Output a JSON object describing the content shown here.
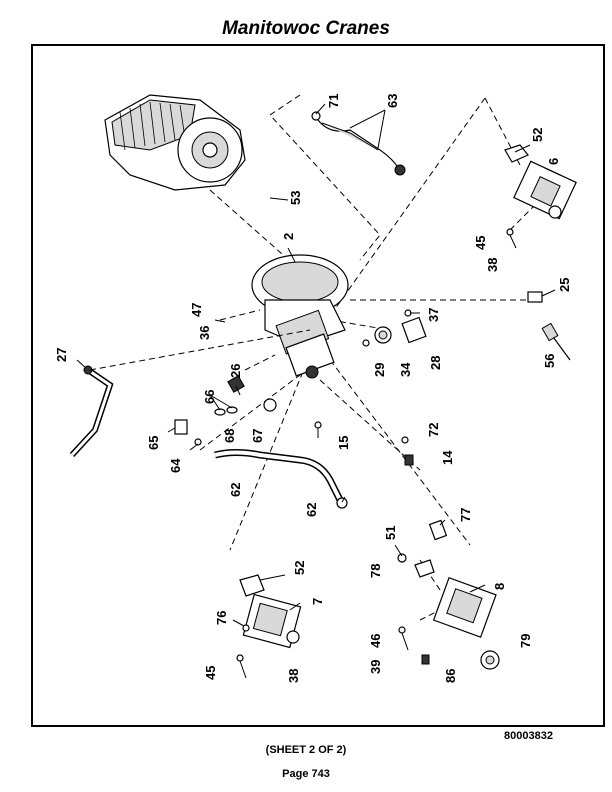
{
  "header": {
    "title": "Manitowoc Cranes"
  },
  "footer": {
    "drawing_number": "80003832",
    "sheet": "(SHEET 2 OF 2)",
    "page": "Page 743"
  },
  "callouts": {
    "c71": "71",
    "c63": "63",
    "c52a": "52",
    "c6": "6",
    "c53": "53",
    "c2": "2",
    "c45a": "45",
    "c38a": "38",
    "c25": "25",
    "c47": "47",
    "c36": "36",
    "c37": "37",
    "c27": "27",
    "c56": "56",
    "c26": "26",
    "c29": "29",
    "c34": "34",
    "c28": "28",
    "c66": "66",
    "c68": "68",
    "c67": "67",
    "c15": "15",
    "c65": "65",
    "c72": "72",
    "c64": "64",
    "c14": "14",
    "c62a": "62",
    "c62b": "62",
    "c77": "77",
    "c51": "51",
    "c78": "78",
    "c52b": "52",
    "c8": "8",
    "c7": "7",
    "c76": "76",
    "c46": "46",
    "c79": "79",
    "c45b": "45",
    "c39": "39",
    "c38b": "38",
    "c86": "86"
  }
}
